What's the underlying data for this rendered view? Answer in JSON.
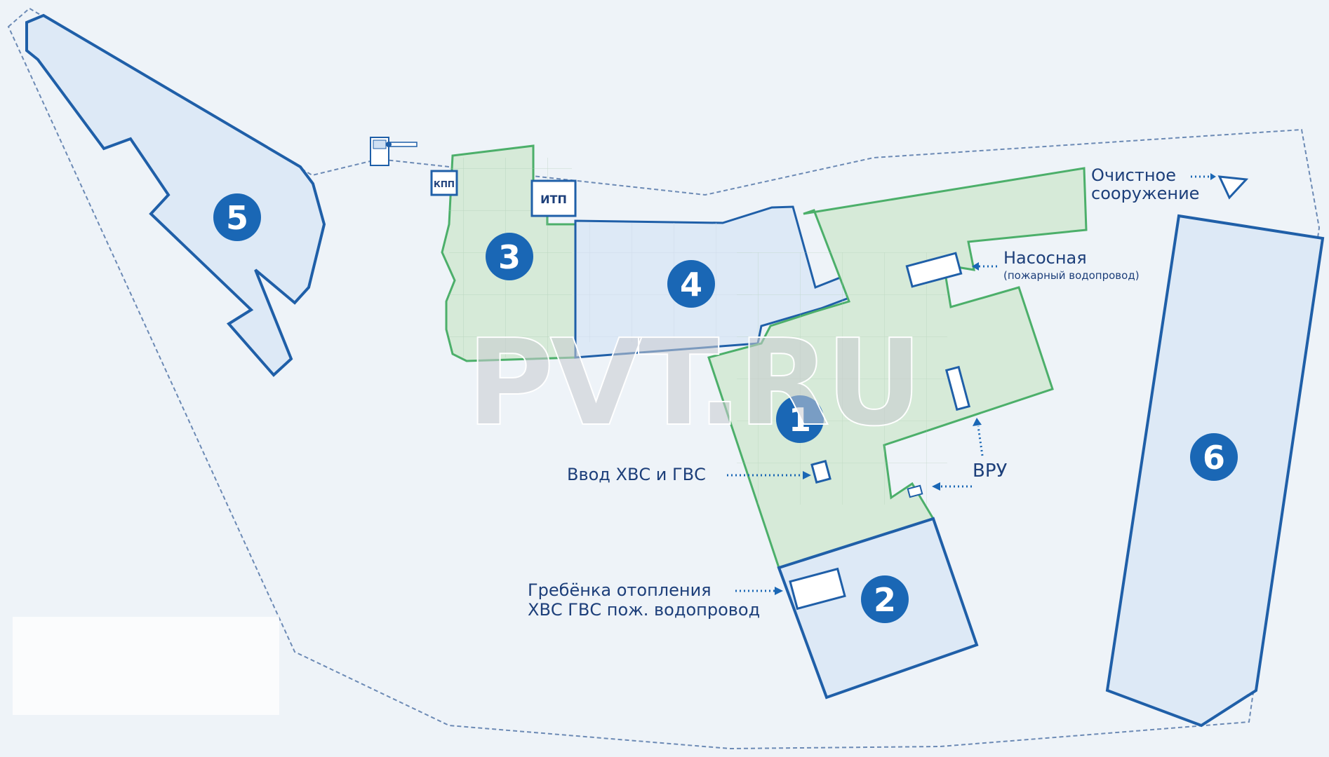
{
  "buildings": [
    {
      "number": "1",
      "zone": "green"
    },
    {
      "number": "2",
      "zone": "blue"
    },
    {
      "number": "3",
      "zone": "green"
    },
    {
      "number": "4",
      "zone": "blue"
    },
    {
      "number": "5",
      "zone": "blue"
    },
    {
      "number": "6",
      "zone": "blue"
    }
  ],
  "small_boxes": {
    "kpp": "КПП",
    "itp": "ИТП"
  },
  "callouts": {
    "treatment_line1": "Очистное",
    "treatment_line2": "сооружение",
    "pump_title": "Насосная",
    "pump_sub": "(пожарный водопровод)",
    "water_input": "Ввод ХВС и ГВС",
    "vru": "ВРУ",
    "manifold_line1": "Гребёнка отопления",
    "manifold_line2": "ХВС ГВС пож. водопровод"
  },
  "watermark": "PVT.RU",
  "colors": {
    "background": "#eef3f8",
    "blue_zone_fill": "#dde9f6",
    "blue_zone_stroke": "#1f5fa8",
    "green_zone_fill": "#d6ead8",
    "green_zone_stroke": "#4caf6a",
    "badge": "#1a67b5",
    "boundary": "#6c8ab5",
    "text": "#1d3f7a"
  },
  "icons": [
    "barrier-gate-icon",
    "arrow-left-icon",
    "arrow-up-icon",
    "triangle-marker-icon"
  ]
}
